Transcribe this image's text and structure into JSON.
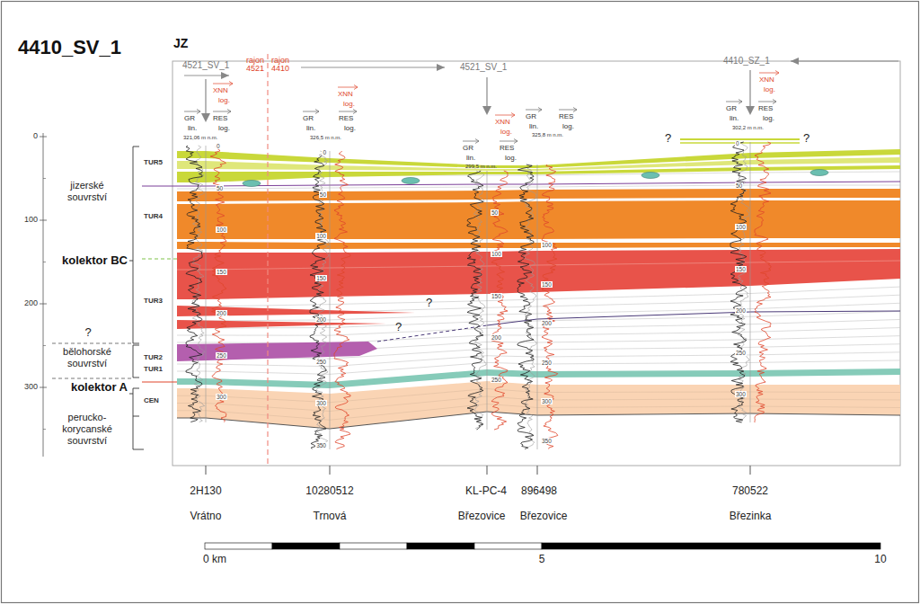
{
  "diagram": {
    "title": "4410_SV_1",
    "labels": [
      "JZ",
      "4521_SV_1",
      "rajon 4521",
      "rajon 4410",
      "4521_SV_1",
      "4410_SZ_1",
      "XNN",
      "log.",
      "GR",
      "lin.",
      "RES",
      "log.",
      "321,06 m n.m.",
      "XNN",
      "log.",
      "GR",
      "lin.",
      "RES",
      "log.",
      "326,5 m n.m.",
      "XNN",
      "log.",
      "GR",
      "lin.",
      "RES",
      "log.",
      "299,5 m n.m.",
      "GR",
      "lin.",
      "RES",
      "log.",
      "325,8 m n.m.",
      "XNN",
      "log.",
      "GR",
      "lin.",
      "RES",
      "log.",
      "302,2 m n.m.",
      "?",
      "?",
      "0",
      "100",
      "200",
      "300",
      "jizerské souvrství",
      "TUR5",
      "TUR4",
      "kolektor BC",
      "TUR3",
      "?",
      "bělohorské souvrství",
      "TUR2",
      "TUR1",
      "kolektor A",
      "CEN",
      "perucko-korycanské souvrství",
      "?",
      "?",
      "0",
      "50",
      "100",
      "150",
      "200",
      "250",
      "300",
      "0",
      "50",
      "100",
      "150",
      "200",
      "250",
      "300",
      "350",
      "50",
      "100",
      "150",
      "200",
      "250",
      "100",
      "150",
      "200",
      "250",
      "300",
      "350",
      "0",
      "50",
      "100",
      "150",
      "200",
      "250",
      "300",
      "2H130",
      "10280512",
      "KL-PC-4",
      "896498",
      "780522",
      "Vrátno",
      "Trnová",
      "Březovice",
      "Březovice",
      "Březinka",
      "0 km",
      "5",
      "10"
    ]
  }
}
